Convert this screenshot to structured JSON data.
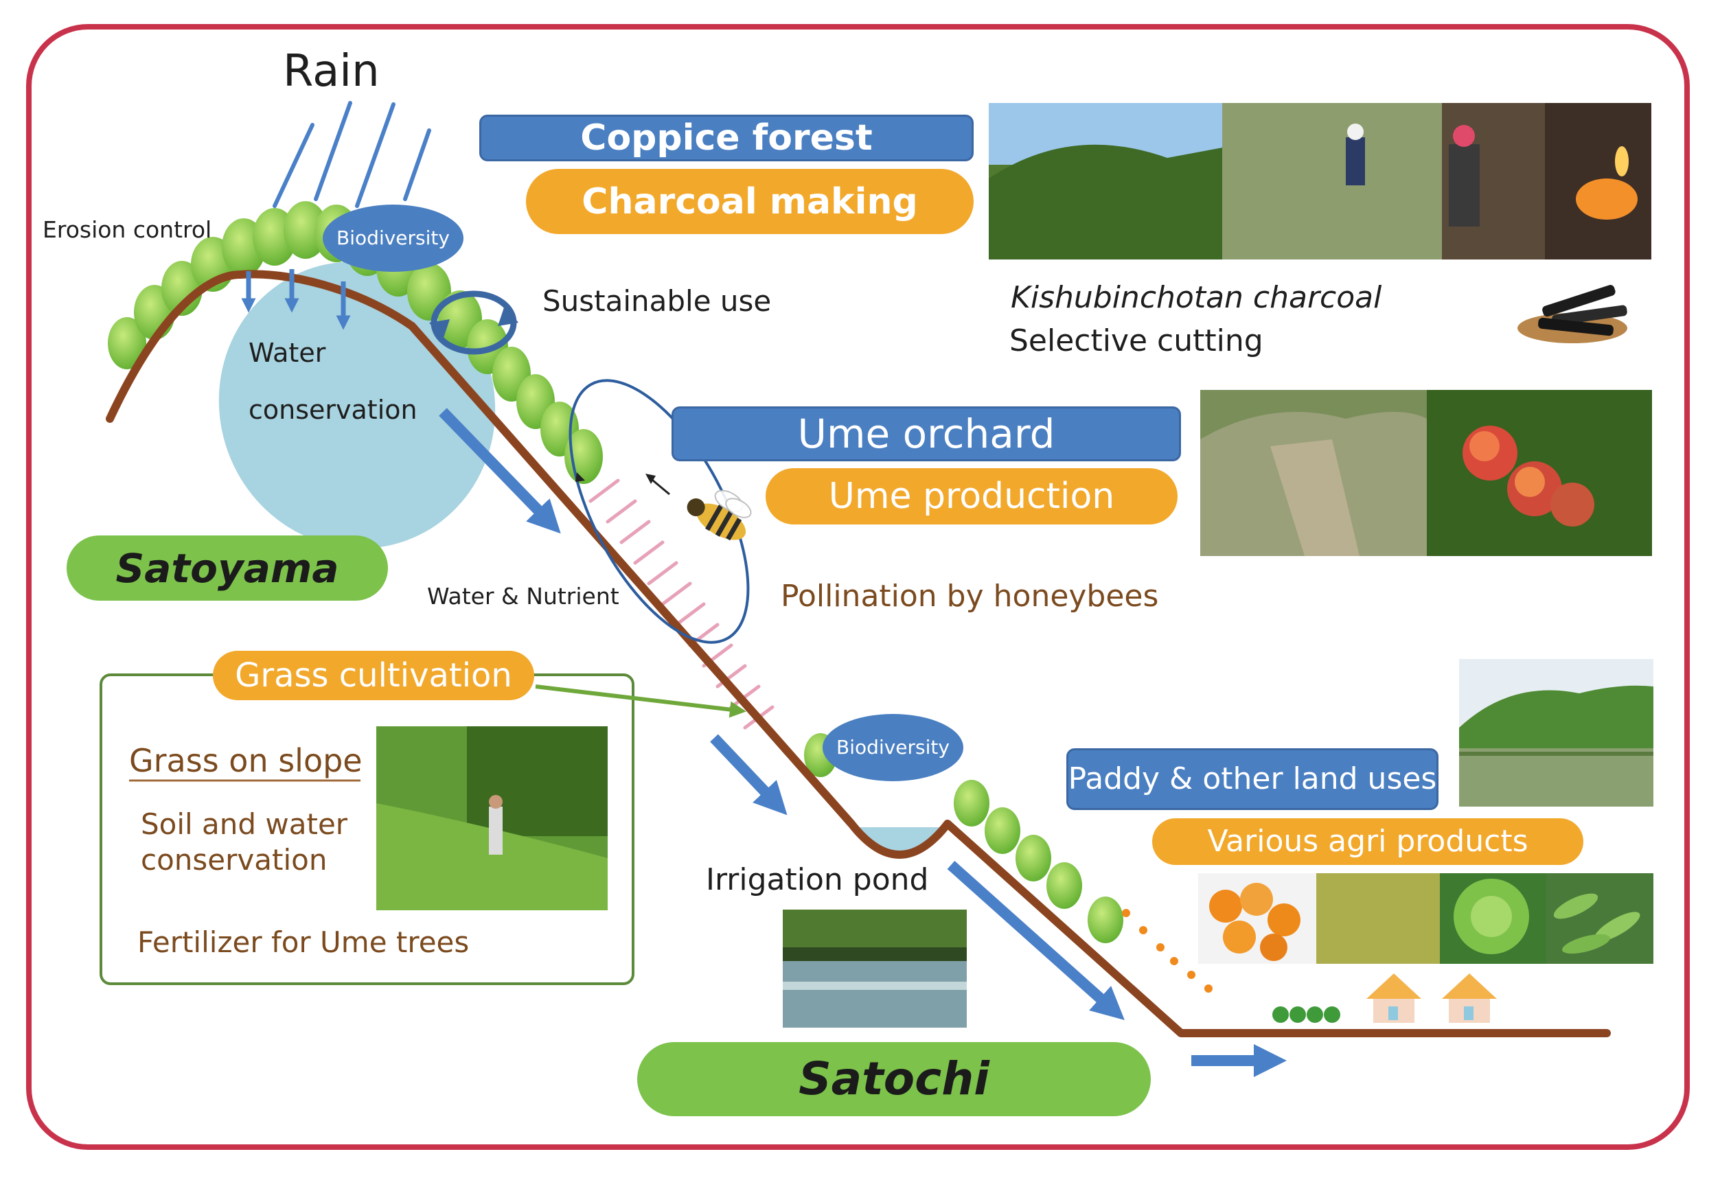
{
  "labels": {
    "rain": "Rain",
    "erosion_control": "Erosion control",
    "biodiversity_top": "Biodiversity",
    "water": "Water",
    "conservation": "conservation",
    "sustainable_use": "Sustainable use",
    "satoyama": "Satoyama",
    "water_nutrient": "Water & Nutrient",
    "pollination": "Pollination by honeybees",
    "grass_cultivation": "Grass cultivation",
    "grass_on_slope": "Grass on slope",
    "soil_water_1": "Soil and water",
    "soil_water_2": "conservation",
    "fertilizer": "Fertilizer for Ume trees",
    "biodiversity_mid": "Biodiversity",
    "irrigation_pond": "Irrigation pond",
    "satochi": "Satochi",
    "coppice_forest": "Coppice forest",
    "charcoal_making": "Charcoal making",
    "kishubinchotan": "Kishubinchotan charcoal",
    "selective_cutting": "Selective cutting",
    "ume_orchard": "Ume orchard",
    "ume_production": "Ume production",
    "paddy": "Paddy & other land uses",
    "various_agri": "Various agri products"
  },
  "colors": {
    "frame": "#c8324b",
    "blue_label": "#4a7fc1",
    "orange_label": "#f2a82b",
    "green_label": "#7cc24b",
    "slope": "#8b4420",
    "flow_arrow": "#4a80c8",
    "water_body": "#a8d3e0"
  }
}
